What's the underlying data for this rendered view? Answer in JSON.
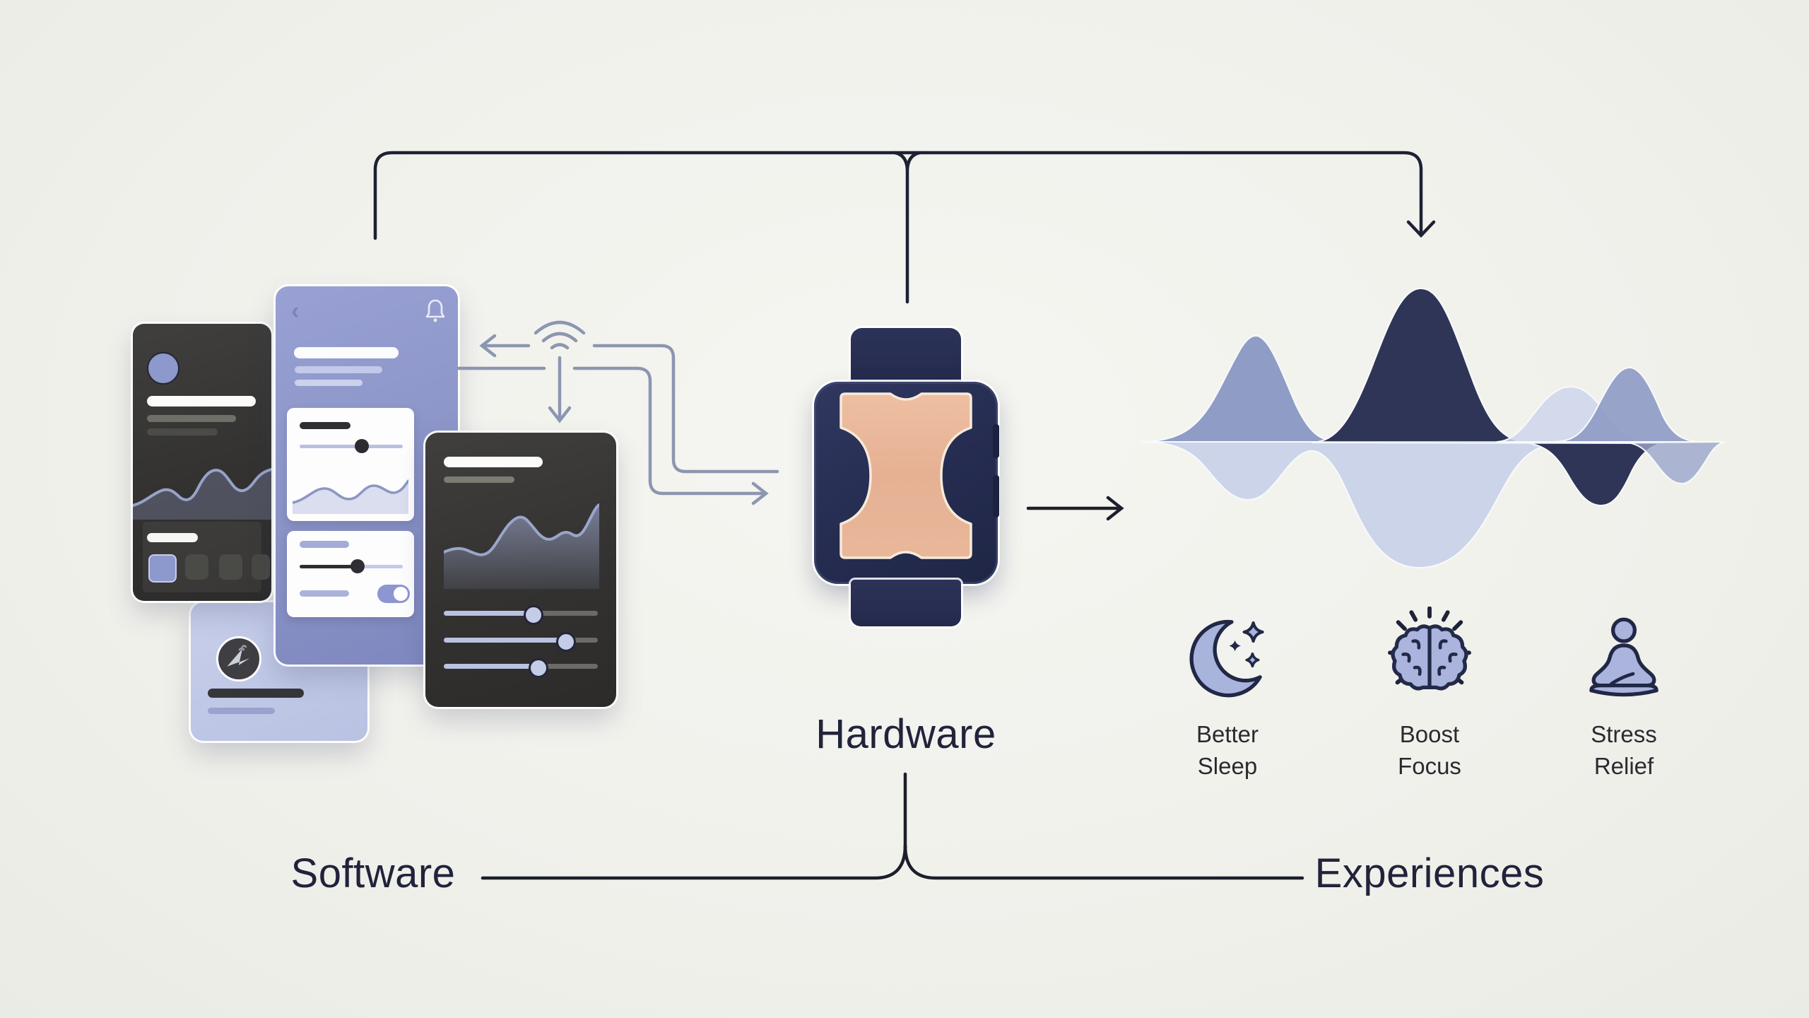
{
  "title": "Product ecosystem diagram",
  "sections": {
    "software_label": "Software",
    "hardware_label": "Hardware",
    "experiences_label": "Experiences"
  },
  "benefits": [
    {
      "icon": "moon-sparkles-icon",
      "line1": "Better",
      "line2": "Sleep"
    },
    {
      "icon": "brain-icon",
      "line1": "Boost",
      "line2": "Focus"
    },
    {
      "icon": "meditation-icon",
      "line1": "Stress",
      "line2": "Relief"
    }
  ],
  "icons": {
    "wifi": "wifi-icon",
    "bell": "bell-icon",
    "back": "back-chevron-icon",
    "navigation": "navigation-bolt-icon",
    "arrows": [
      "down-arrow",
      "left-arrow",
      "right-arrow-to-hardware",
      "right-arrow-to-experiences",
      "bracket-down-arrow"
    ]
  },
  "colors": {
    "background": "#f1f1ec",
    "line_dark": "#1d2133",
    "connector_periwinkle": "#8d96b0",
    "navy": "#272e52",
    "peach_pad": "#e8b295",
    "periwinkle_screen": "#8d96c8",
    "light_periwinkle_card": "#bdc6e6",
    "dark_screen": "#333231",
    "wave_dark": "#2e3557",
    "wave_medium": "#8f9cc6",
    "wave_pale": "#ccd4ea",
    "label_text": "#20233a"
  }
}
